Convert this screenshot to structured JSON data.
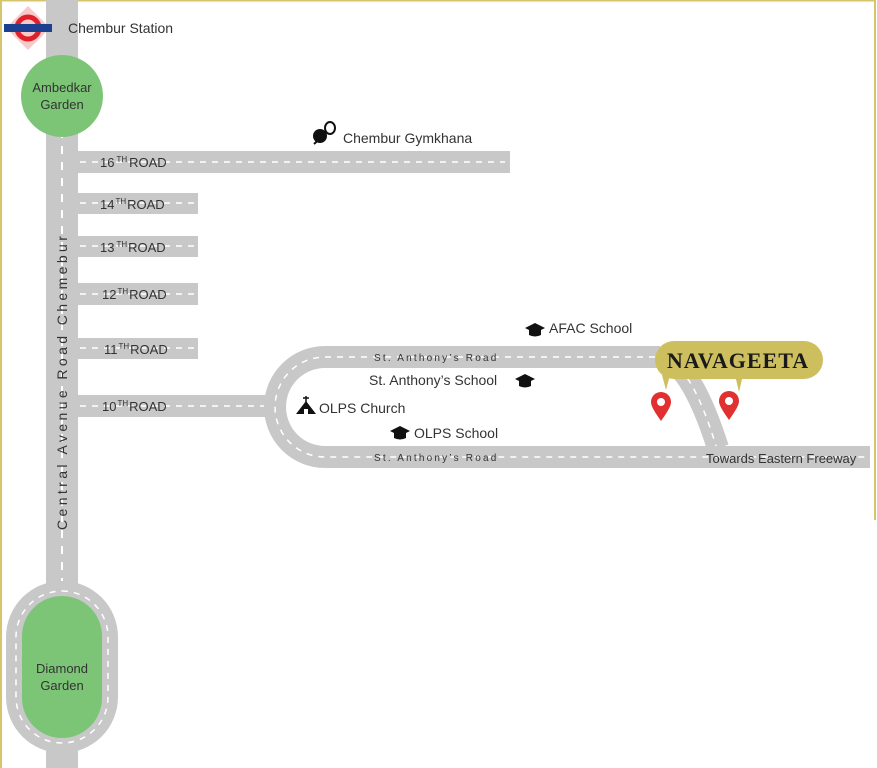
{
  "stations": {
    "chembur": {
      "label": "Chembur Station",
      "icon": "metro-station-icon"
    }
  },
  "landmarks": {
    "ambedkar_garden": {
      "line1": "Ambedkar",
      "line2": "Garden"
    },
    "diamond_garden": {
      "line1": "Diamond",
      "line2": "Garden"
    },
    "chembur_gymkhana": {
      "label": "Chembur Gymkhana",
      "icon": "sports-icon"
    },
    "afac_school": {
      "label": "AFAC School",
      "icon": "graduation-cap-icon"
    },
    "st_anthonys_school": {
      "label": "St. Anthony’s School",
      "icon": "graduation-cap-icon"
    },
    "olps_church": {
      "label": "OLPS Church",
      "icon": "church-icon"
    },
    "olps_school": {
      "label": "OLPS School",
      "icon": "graduation-cap-icon"
    }
  },
  "roads": {
    "main_vertical": "Central Avenue Road Chemebur",
    "st_anthonys_top": "St. Anthony’s Road",
    "st_anthonys_bottom": "St. Anthony’s Road",
    "eastern_freeway": "Towards Eastern Freeway",
    "side_roads": [
      {
        "num": "16",
        "sup": "TH",
        "name": "ROAD"
      },
      {
        "num": "14",
        "sup": "TH",
        "name": "ROAD"
      },
      {
        "num": "13",
        "sup": "TH",
        "name": "ROAD"
      },
      {
        "num": "12",
        "sup": "TH",
        "name": "ROAD"
      },
      {
        "num": "11",
        "sup": "TH",
        "name": "ROAD"
      },
      {
        "num": "10",
        "sup": "TH",
        "name": "ROAD"
      }
    ]
  },
  "project": {
    "name": "NAVAGEETA",
    "pins": [
      "location-pin-icon",
      "location-pin-icon"
    ]
  },
  "colors": {
    "road": "#c8c8c8",
    "road_dash": "#ffffff",
    "park": "#7cc576",
    "brand_badge": "#cdbf5e",
    "pin": "#e03030",
    "frame": "#d7c46b",
    "metro_red": "#e0202a",
    "metro_blue": "#1d3f8f"
  }
}
